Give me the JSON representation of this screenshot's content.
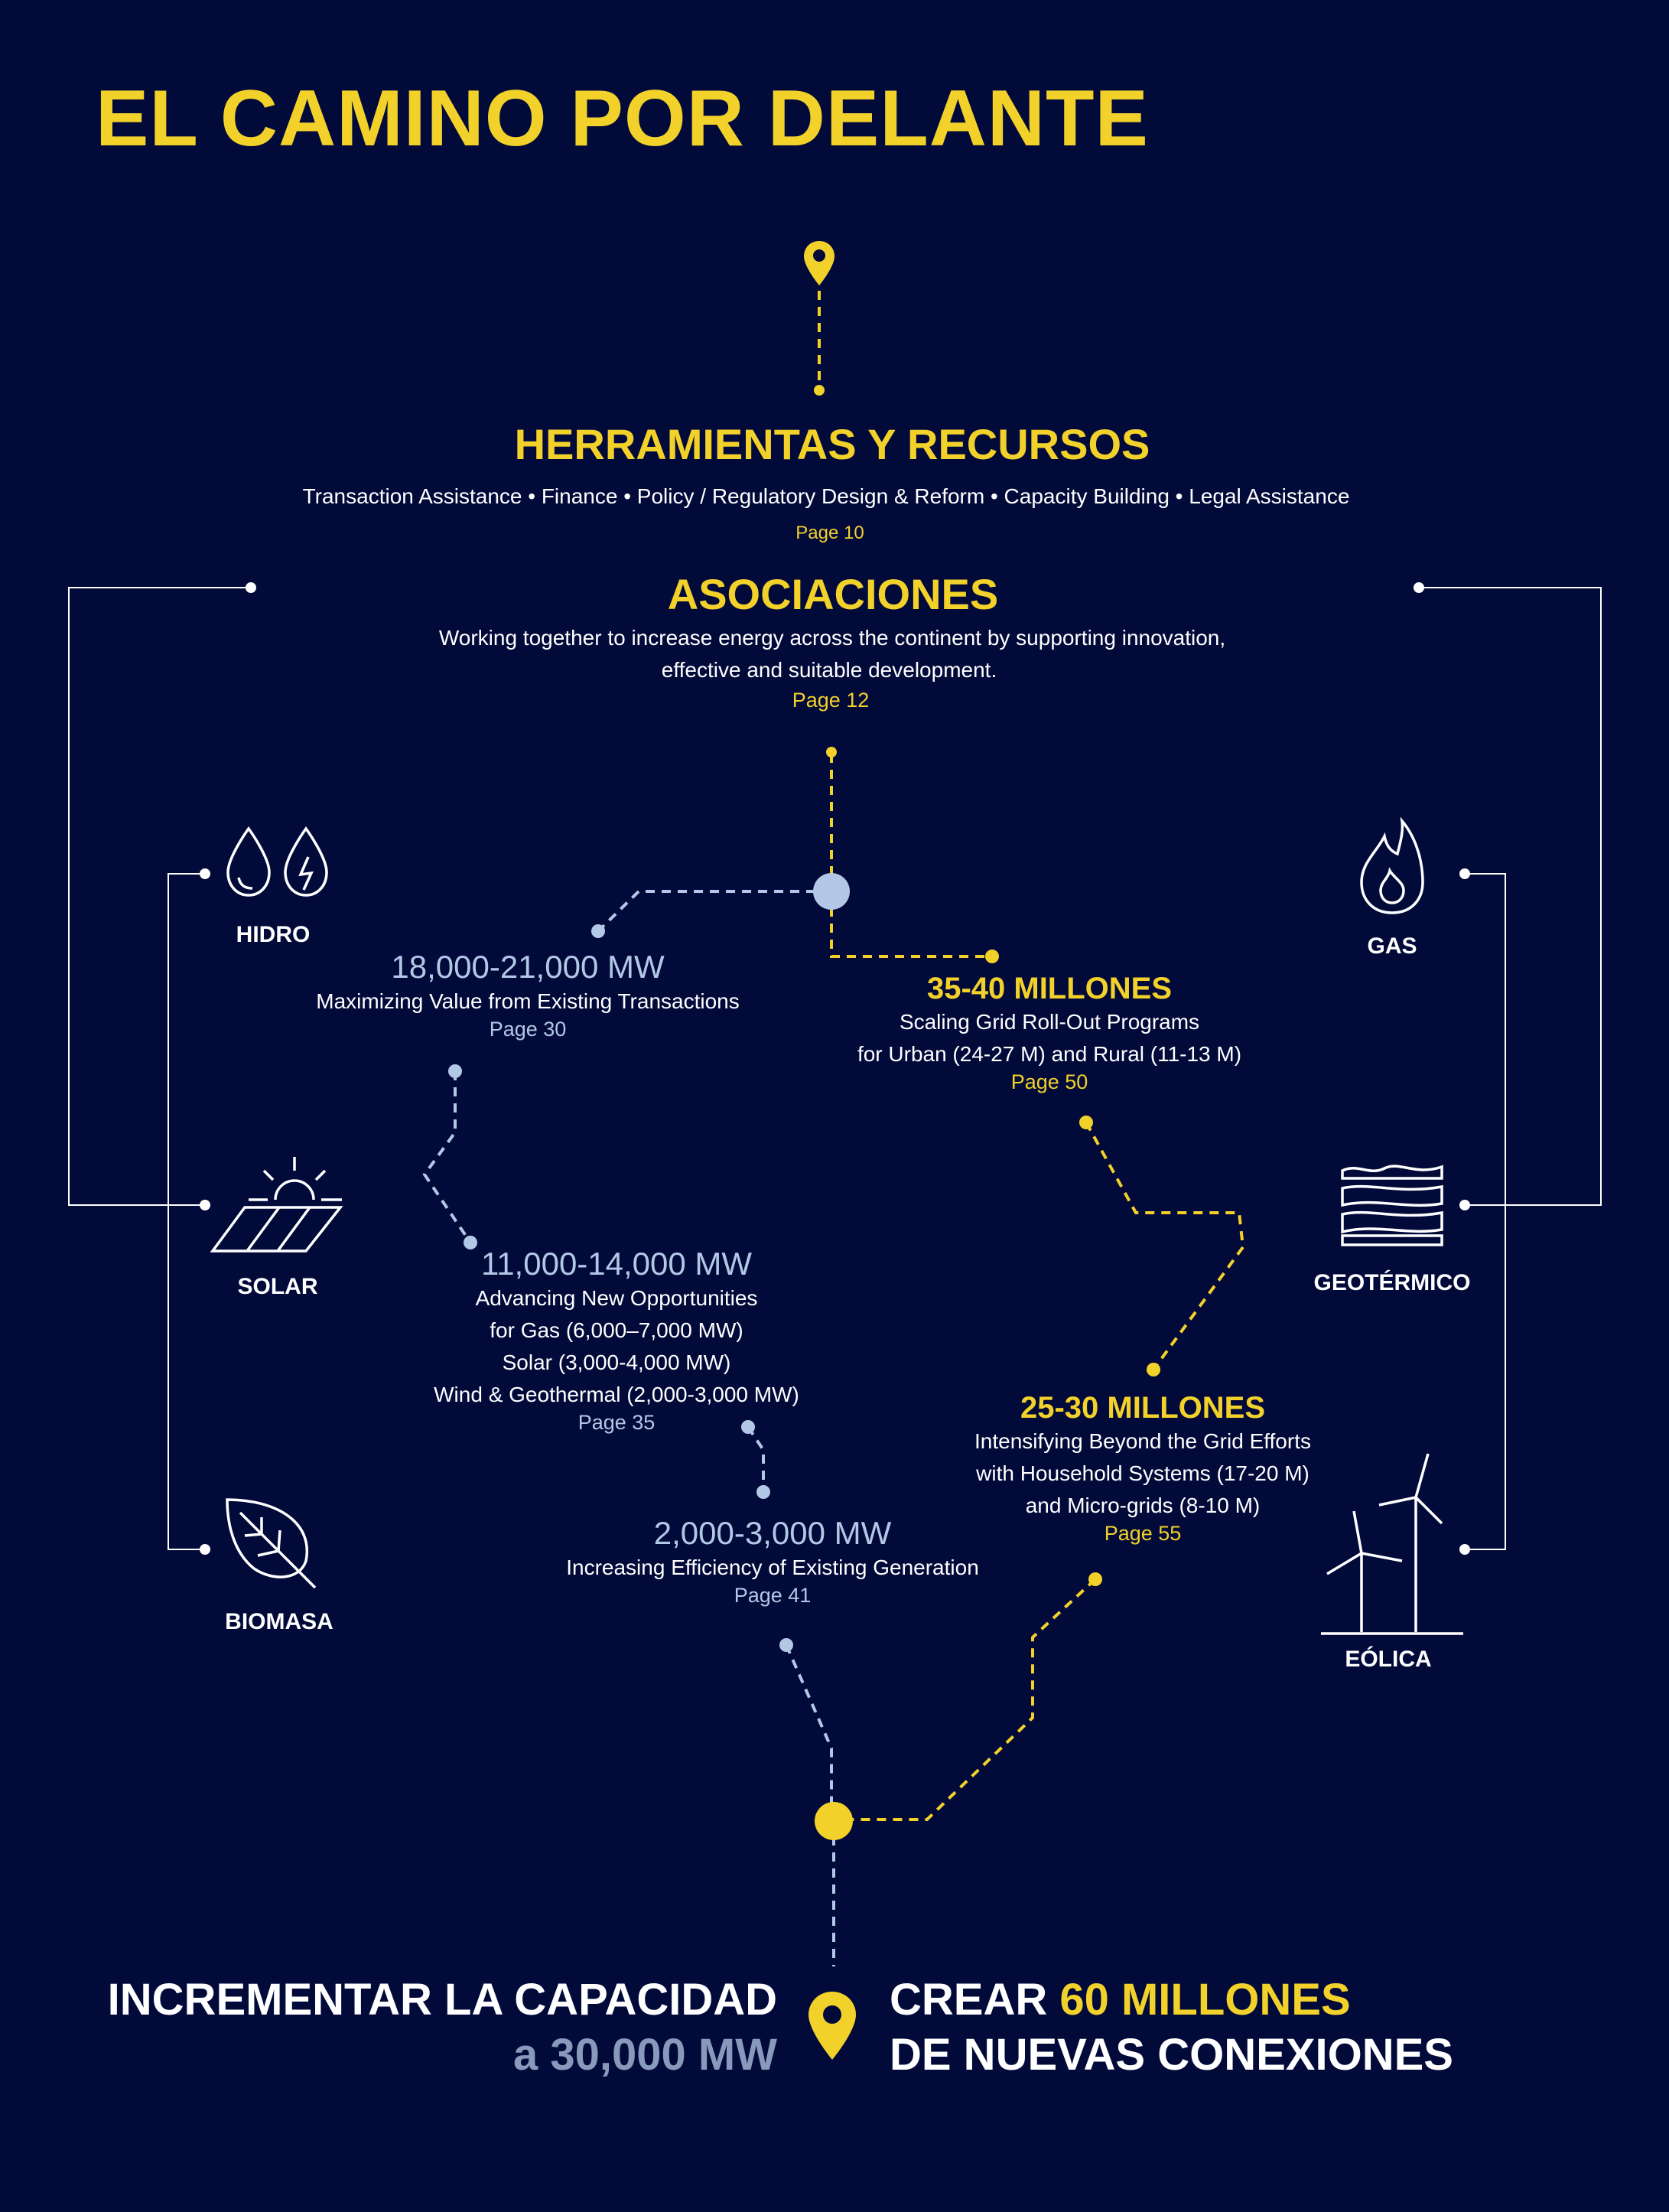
{
  "title": "EL CAMINO POR DELANTE",
  "tools": {
    "heading": "HERRAMIENTAS Y RECURSOS",
    "items": "Transaction Assistance • Finance • Policy / Regulatory Design & Reform • Capacity Building • Legal Assistance",
    "page": "Page 10"
  },
  "partnerships": {
    "heading": "ASOCIACIONES",
    "line1": "Working together to increase energy across the continent by supporting innovation,",
    "line2": "effective and suitable development.",
    "page": "Page 12"
  },
  "capacity_path": [
    {
      "value": "18,000-21,000 MW",
      "lines": [
        "Maximizing Value from Existing Transactions"
      ],
      "page": "Page 30"
    },
    {
      "value": "11,000-14,000 MW",
      "lines": [
        "Advancing New Opportunities",
        "for Gas (6,000–7,000 MW)",
        "Solar (3,000-4,000 MW)",
        "Wind & Geothermal (2,000-3,000 MW)"
      ],
      "page": "Page 35"
    },
    {
      "value": "2,000-3,000 MW",
      "lines": [
        "Increasing Efficiency of Existing Generation"
      ],
      "page": "Page 41"
    }
  ],
  "connections_path": [
    {
      "value": "35-40 MILLONES",
      "lines": [
        "Scaling Grid Roll-Out Programs",
        "for Urban (24-27 M) and Rural (11-13 M)"
      ],
      "page": "Page 50"
    },
    {
      "value": "25-30 MILLONES",
      "lines": [
        "Intensifying Beyond the Grid Efforts",
        "with Household Systems (17-20 M)",
        "and Micro-grids (8-10 M)"
      ],
      "page": "Page 55"
    }
  ],
  "sources_left": [
    {
      "label": "HIDRO",
      "icon": "water-drop-icon"
    },
    {
      "label": "SOLAR",
      "icon": "solar-panel-icon"
    },
    {
      "label": "BIOMASA",
      "icon": "leaf-icon"
    }
  ],
  "sources_right": [
    {
      "label": "GAS",
      "icon": "flame-icon"
    },
    {
      "label": "GEOTÉRMICO",
      "icon": "geothermal-layers-icon"
    },
    {
      "label": "EÓLICA",
      "icon": "wind-turbine-icon"
    }
  ],
  "goal_capacity": {
    "line1": "INCREMENTAR LA CAPACIDAD",
    "line2": "a 30,000 MW"
  },
  "goal_connections": {
    "prefix": "CREAR ",
    "highlight": "60 MILLONES",
    "line2": "DE NUEVAS CONEXIONES"
  },
  "colors": {
    "background": "#020a3a",
    "accent_yellow": "#f2d12b",
    "accent_blue": "#b3c8e6",
    "text": "#ffffff"
  }
}
